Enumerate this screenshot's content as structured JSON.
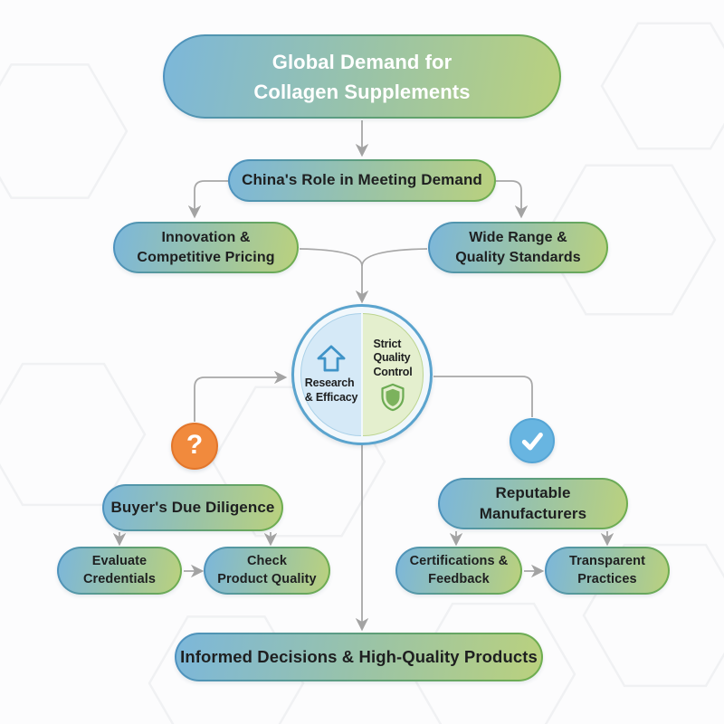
{
  "diagram": {
    "type": "flowchart",
    "topic": "Global Demand for Collagen Supplements"
  },
  "colors": {
    "pill_gradient_start": "#7cb7da",
    "pill_gradient_end": "#bad17e",
    "pill_border_start": "#4d92c2",
    "pill_border_end": "#6fae4e",
    "connector": "#a8a8a8",
    "question_badge": "#f18a3d",
    "check_badge": "#68b5e1",
    "circle_ring_border": "#5ba4ce",
    "circle_left_fill": "#d5e9f7",
    "circle_right_fill": "#e4efce",
    "text_dark": "#1e1f20",
    "text_light": "#ffffff",
    "background": "#fcfcfd"
  },
  "nodes": {
    "global": {
      "label": "Global Demand for\nCollagen Supplements"
    },
    "china": {
      "label": "China's Role in Meeting Demand"
    },
    "innovation": {
      "label": "Innovation &\nCompetitive Pricing"
    },
    "wide_range": {
      "label": "Wide Range &\nQuality Standards"
    },
    "buyer": {
      "label": "Buyer's Due Diligence"
    },
    "reputable": {
      "label": "Reputable\nManufacturers"
    },
    "evaluate": {
      "label": "Evaluate\nCredentials"
    },
    "check_quality": {
      "label": "Check\nProduct Quality"
    },
    "certifications": {
      "label": "Certifications &\nFeedback"
    },
    "transparent": {
      "label": "Transparent\nPractices"
    },
    "informed": {
      "label": "Informed Decisions & High-Quality Products"
    }
  },
  "center_circle": {
    "left": {
      "label": "Research\n& Efficacy",
      "icon": "up-arrow-icon"
    },
    "right": {
      "label": "Strict\nQuality\nControl",
      "icon": "shield-icon"
    }
  },
  "badges": {
    "question": {
      "symbol": "?",
      "icon": "question-mark-icon"
    },
    "check": {
      "icon": "checkmark-icon"
    }
  }
}
